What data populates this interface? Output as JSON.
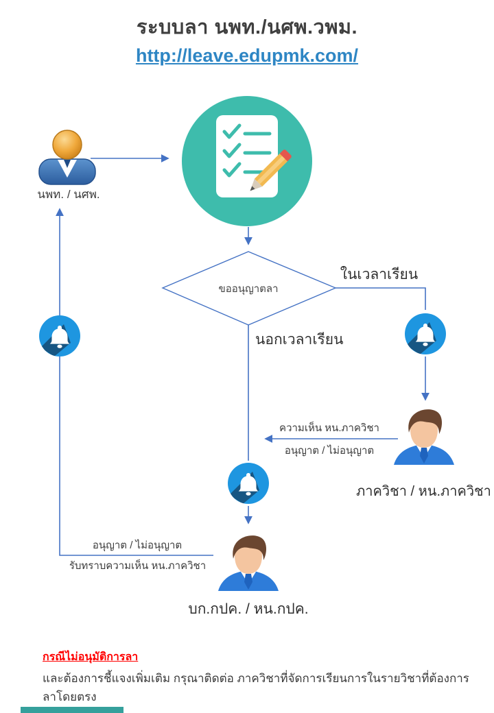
{
  "header": {
    "title": "ระบบลา นพท./นศพ.วพม.",
    "link": "http://leave.edupmk.com/"
  },
  "flow": {
    "student_label": "นพท. / นศพ.",
    "decision_label": "ขออนุญาตลา",
    "in_class_label": "ในเวลาเรียน",
    "out_of_class_label": "นอกเวลาเรียน",
    "department_label": "ภาควิชา / หน.ภาควิชา",
    "dept_opinion_top": "ความเห็น หน.ภาควิชา",
    "dept_opinion_bottom": "อนุญาต / ไม่อนุญาต",
    "director_label": "บก.กปค. / หน.กปค.",
    "result_top": "อนุญาต / ไม่อนุญาต",
    "result_bottom": "รับทราบความเห็น หน.ภาควิชา"
  },
  "icons": {
    "student": "person-icon",
    "leave_form": "checklist-pencil-icon",
    "notification": "bell-icon",
    "department_head": "businessman-icon",
    "director": "businessman-icon"
  },
  "footer": {
    "heading": "กรณีไม่อนุมัติการลา",
    "body": "และต้องการชี้แจงเพิ่มเติม กรุณาติดต่อ ภาควิชาที่จัดการเรียนการในรายวิชาที่ต้องการลาโดยตรง"
  },
  "colors": {
    "line_blue": "#4472C4",
    "teal": "#3EBCAC",
    "bell_blue": "#1E96E0",
    "bell_shadow": "#15466B",
    "link_blue": "#2E86C4",
    "alert_red": "#FF0000",
    "title_gray": "#3F3F3F",
    "suit_blue": "#2E7CD9"
  }
}
